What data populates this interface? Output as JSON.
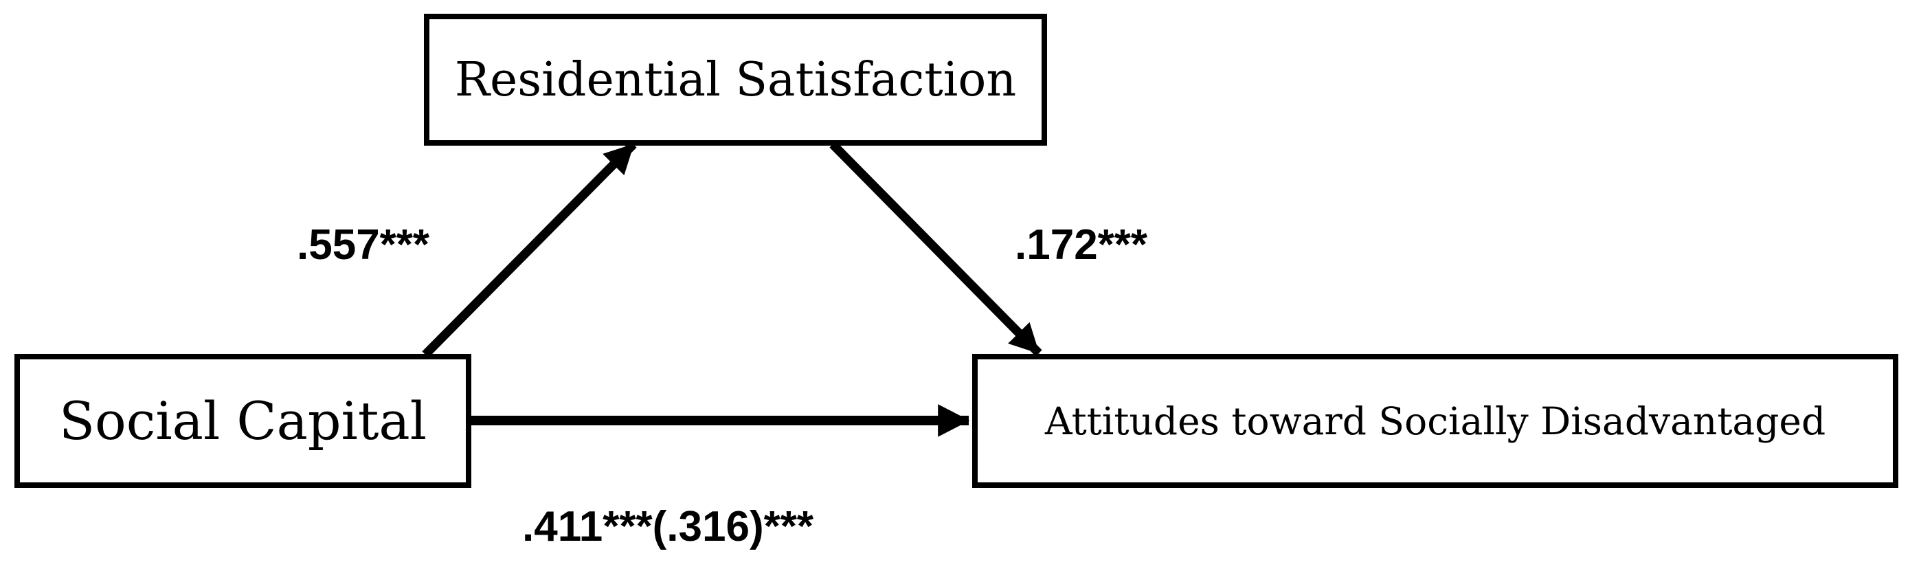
{
  "diagram": {
    "type": "mediation-model",
    "nodes": {
      "mediator": {
        "label": "Residential Satisfaction"
      },
      "independent": {
        "label": "Social Capital"
      },
      "dependent": {
        "label": "Attitudes toward Socially Disadvantaged"
      }
    },
    "edges": {
      "a_path": {
        "from": "Social Capital",
        "to": "Residential Satisfaction",
        "label": ".557***"
      },
      "b_path": {
        "from": "Residential Satisfaction",
        "to": "Attitudes toward Socially Disadvantaged",
        "label": ".172***"
      },
      "c_path": {
        "from": "Social Capital",
        "to": "Attitudes toward Socially Disadvantaged",
        "label": ".411***(.316)***"
      }
    },
    "colors": {
      "stroke": "#000000",
      "background": "#ffffff"
    }
  }
}
